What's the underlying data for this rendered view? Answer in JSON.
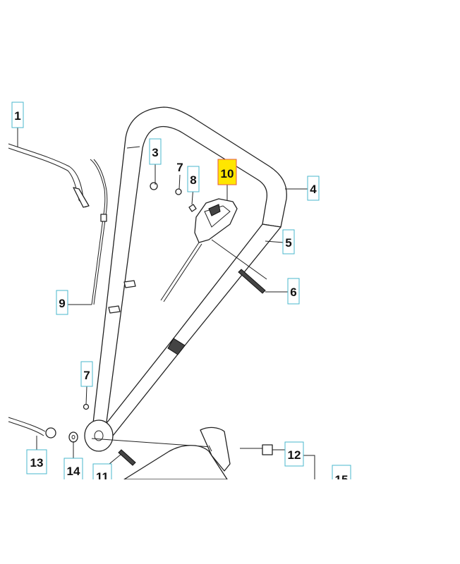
{
  "callouts": [
    {
      "id": "1",
      "label": "1",
      "highlight": false
    },
    {
      "id": "3",
      "label": "3",
      "highlight": false
    },
    {
      "id": "7a",
      "label": "7",
      "highlight": false
    },
    {
      "id": "8",
      "label": "8",
      "highlight": false
    },
    {
      "id": "10",
      "label": "10",
      "highlight": true
    },
    {
      "id": "4",
      "label": "4",
      "highlight": false
    },
    {
      "id": "5",
      "label": "5",
      "highlight": false
    },
    {
      "id": "6",
      "label": "6",
      "highlight": false
    },
    {
      "id": "9",
      "label": "9",
      "highlight": false
    },
    {
      "id": "7b",
      "label": "7",
      "highlight": false
    },
    {
      "id": "12",
      "label": "12",
      "highlight": false
    },
    {
      "id": "13",
      "label": "13",
      "highlight": false
    },
    {
      "id": "14",
      "label": "14",
      "highlight": false
    },
    {
      "id": "11",
      "label": "11",
      "highlight": false
    },
    {
      "id": "15",
      "label": "15",
      "highlight": false
    }
  ],
  "colors": {
    "callout_border": "#4ab7cc",
    "highlight_fill": "#ffe600",
    "highlight_border": "#e05a4a"
  }
}
